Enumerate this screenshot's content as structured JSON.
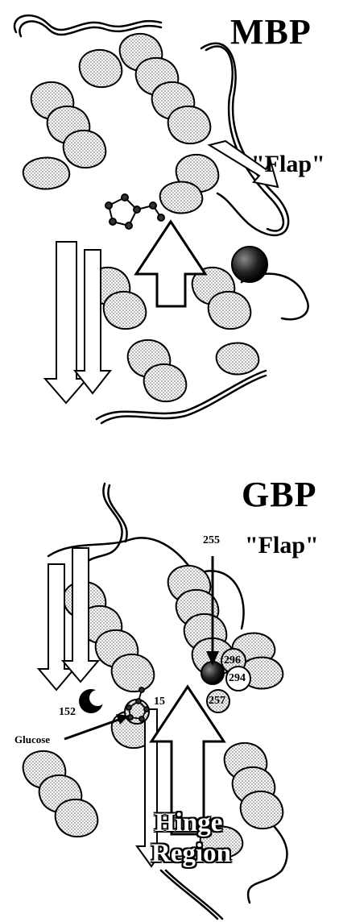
{
  "mbp": {
    "title": "MBP",
    "flap_label": "\"Flap\""
  },
  "gbp": {
    "title": "GBP",
    "flap_label": "\"Flap\"",
    "residue_255": "255",
    "residue_296": "296",
    "residue_294": "294",
    "residue_257": "257",
    "residue_152": "152",
    "residue_15": "15",
    "glucose_label": "Glucose",
    "hinge_line1": "Hinge",
    "hinge_line2": "Region"
  }
}
